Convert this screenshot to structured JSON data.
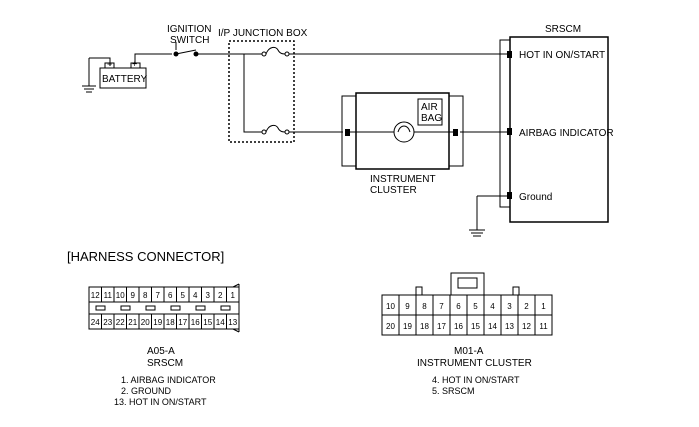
{
  "labels": {
    "ignition_switch_line1": "IGNITION",
    "ignition_switch_line2": "SWITCH",
    "ip_junction_box": "I/P JUNCTION BOX",
    "battery": "BATTERY",
    "srscm_title": "SRSCM",
    "hot_in_on_start": "HOT IN ON/START",
    "airbag_indicator": "AIRBAG INDICATOR",
    "ground": "Ground",
    "air_bag_line1": "AIR",
    "air_bag_line2": "BAG",
    "instrument_cluster_line1": "INSTRUMENT",
    "instrument_cluster_line2": "CLUSTER",
    "harness_connector_header": "[HARNESS CONNECTOR]"
  },
  "connector_a05": {
    "code": "A05-A",
    "name": "SRSCM",
    "top_pins": [
      "12",
      "11",
      "10",
      "9",
      "8",
      "7",
      "6",
      "5",
      "4",
      "3",
      "2",
      "1"
    ],
    "bottom_pins": [
      "24",
      "23",
      "22",
      "21",
      "20",
      "19",
      "18",
      "17",
      "16",
      "15",
      "14",
      "13"
    ],
    "pin_notes": [
      "1. AIRBAG INDICATOR",
      "2. GROUND",
      "13. HOT IN ON/START"
    ]
  },
  "connector_m01": {
    "code": "M01-A",
    "name": "INSTRUMENT CLUSTER",
    "top_pins": [
      "10",
      "9",
      "8",
      "7",
      "6",
      "5",
      "4",
      "3",
      "2",
      "1"
    ],
    "bottom_pins": [
      "20",
      "19",
      "18",
      "17",
      "16",
      "15",
      "14",
      "13",
      "12",
      "11"
    ],
    "pin_notes": [
      "4. HOT IN ON/START",
      "5. SRSCM"
    ]
  }
}
